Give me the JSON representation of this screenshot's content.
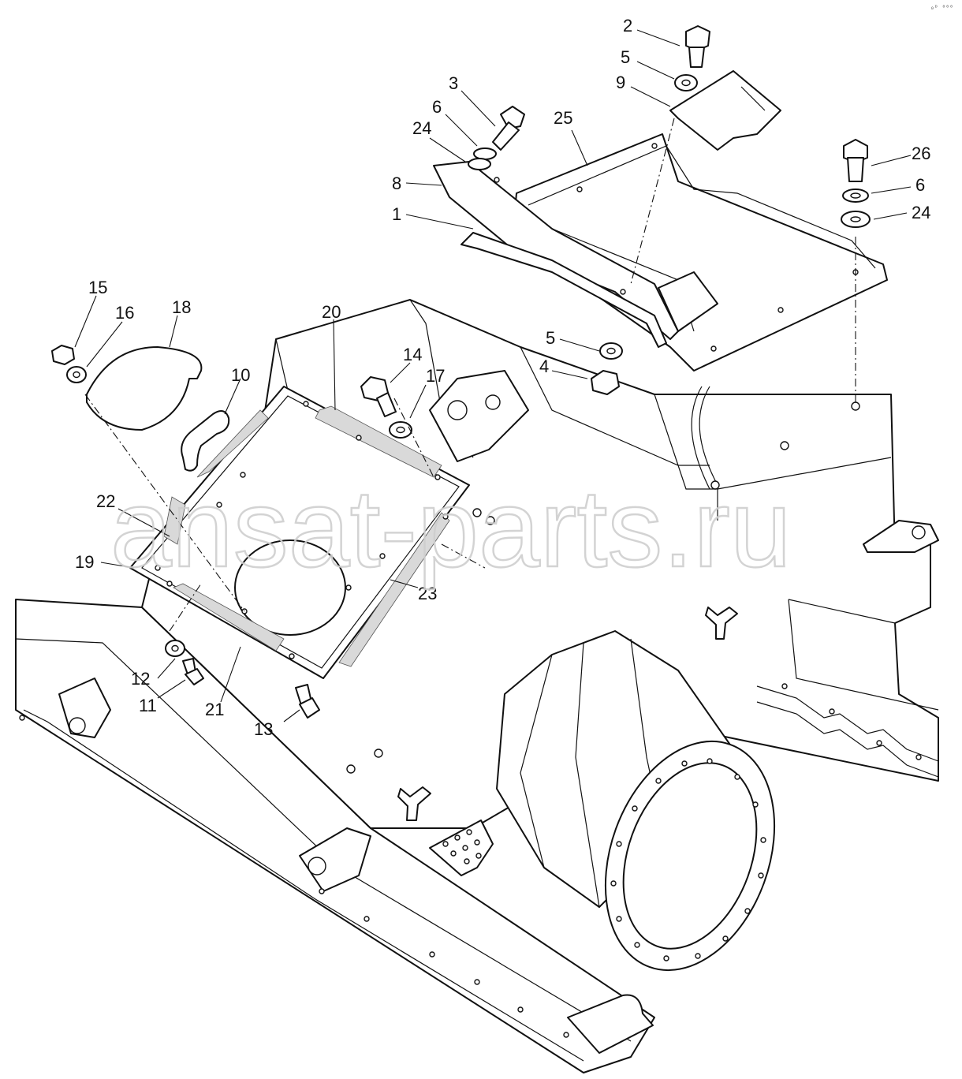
{
  "watermark": "ansat-parts.ru",
  "corner_mark": "₀ᴰ ⁰⁰⁰",
  "callouts": [
    "1",
    "2",
    "3",
    "4",
    "5",
    "5",
    "6",
    "6",
    "8",
    "9",
    "10",
    "11",
    "12",
    "13",
    "14",
    "15",
    "16",
    "17",
    "18",
    "19",
    "20",
    "21",
    "22",
    "23",
    "24",
    "24",
    "25",
    "26"
  ]
}
